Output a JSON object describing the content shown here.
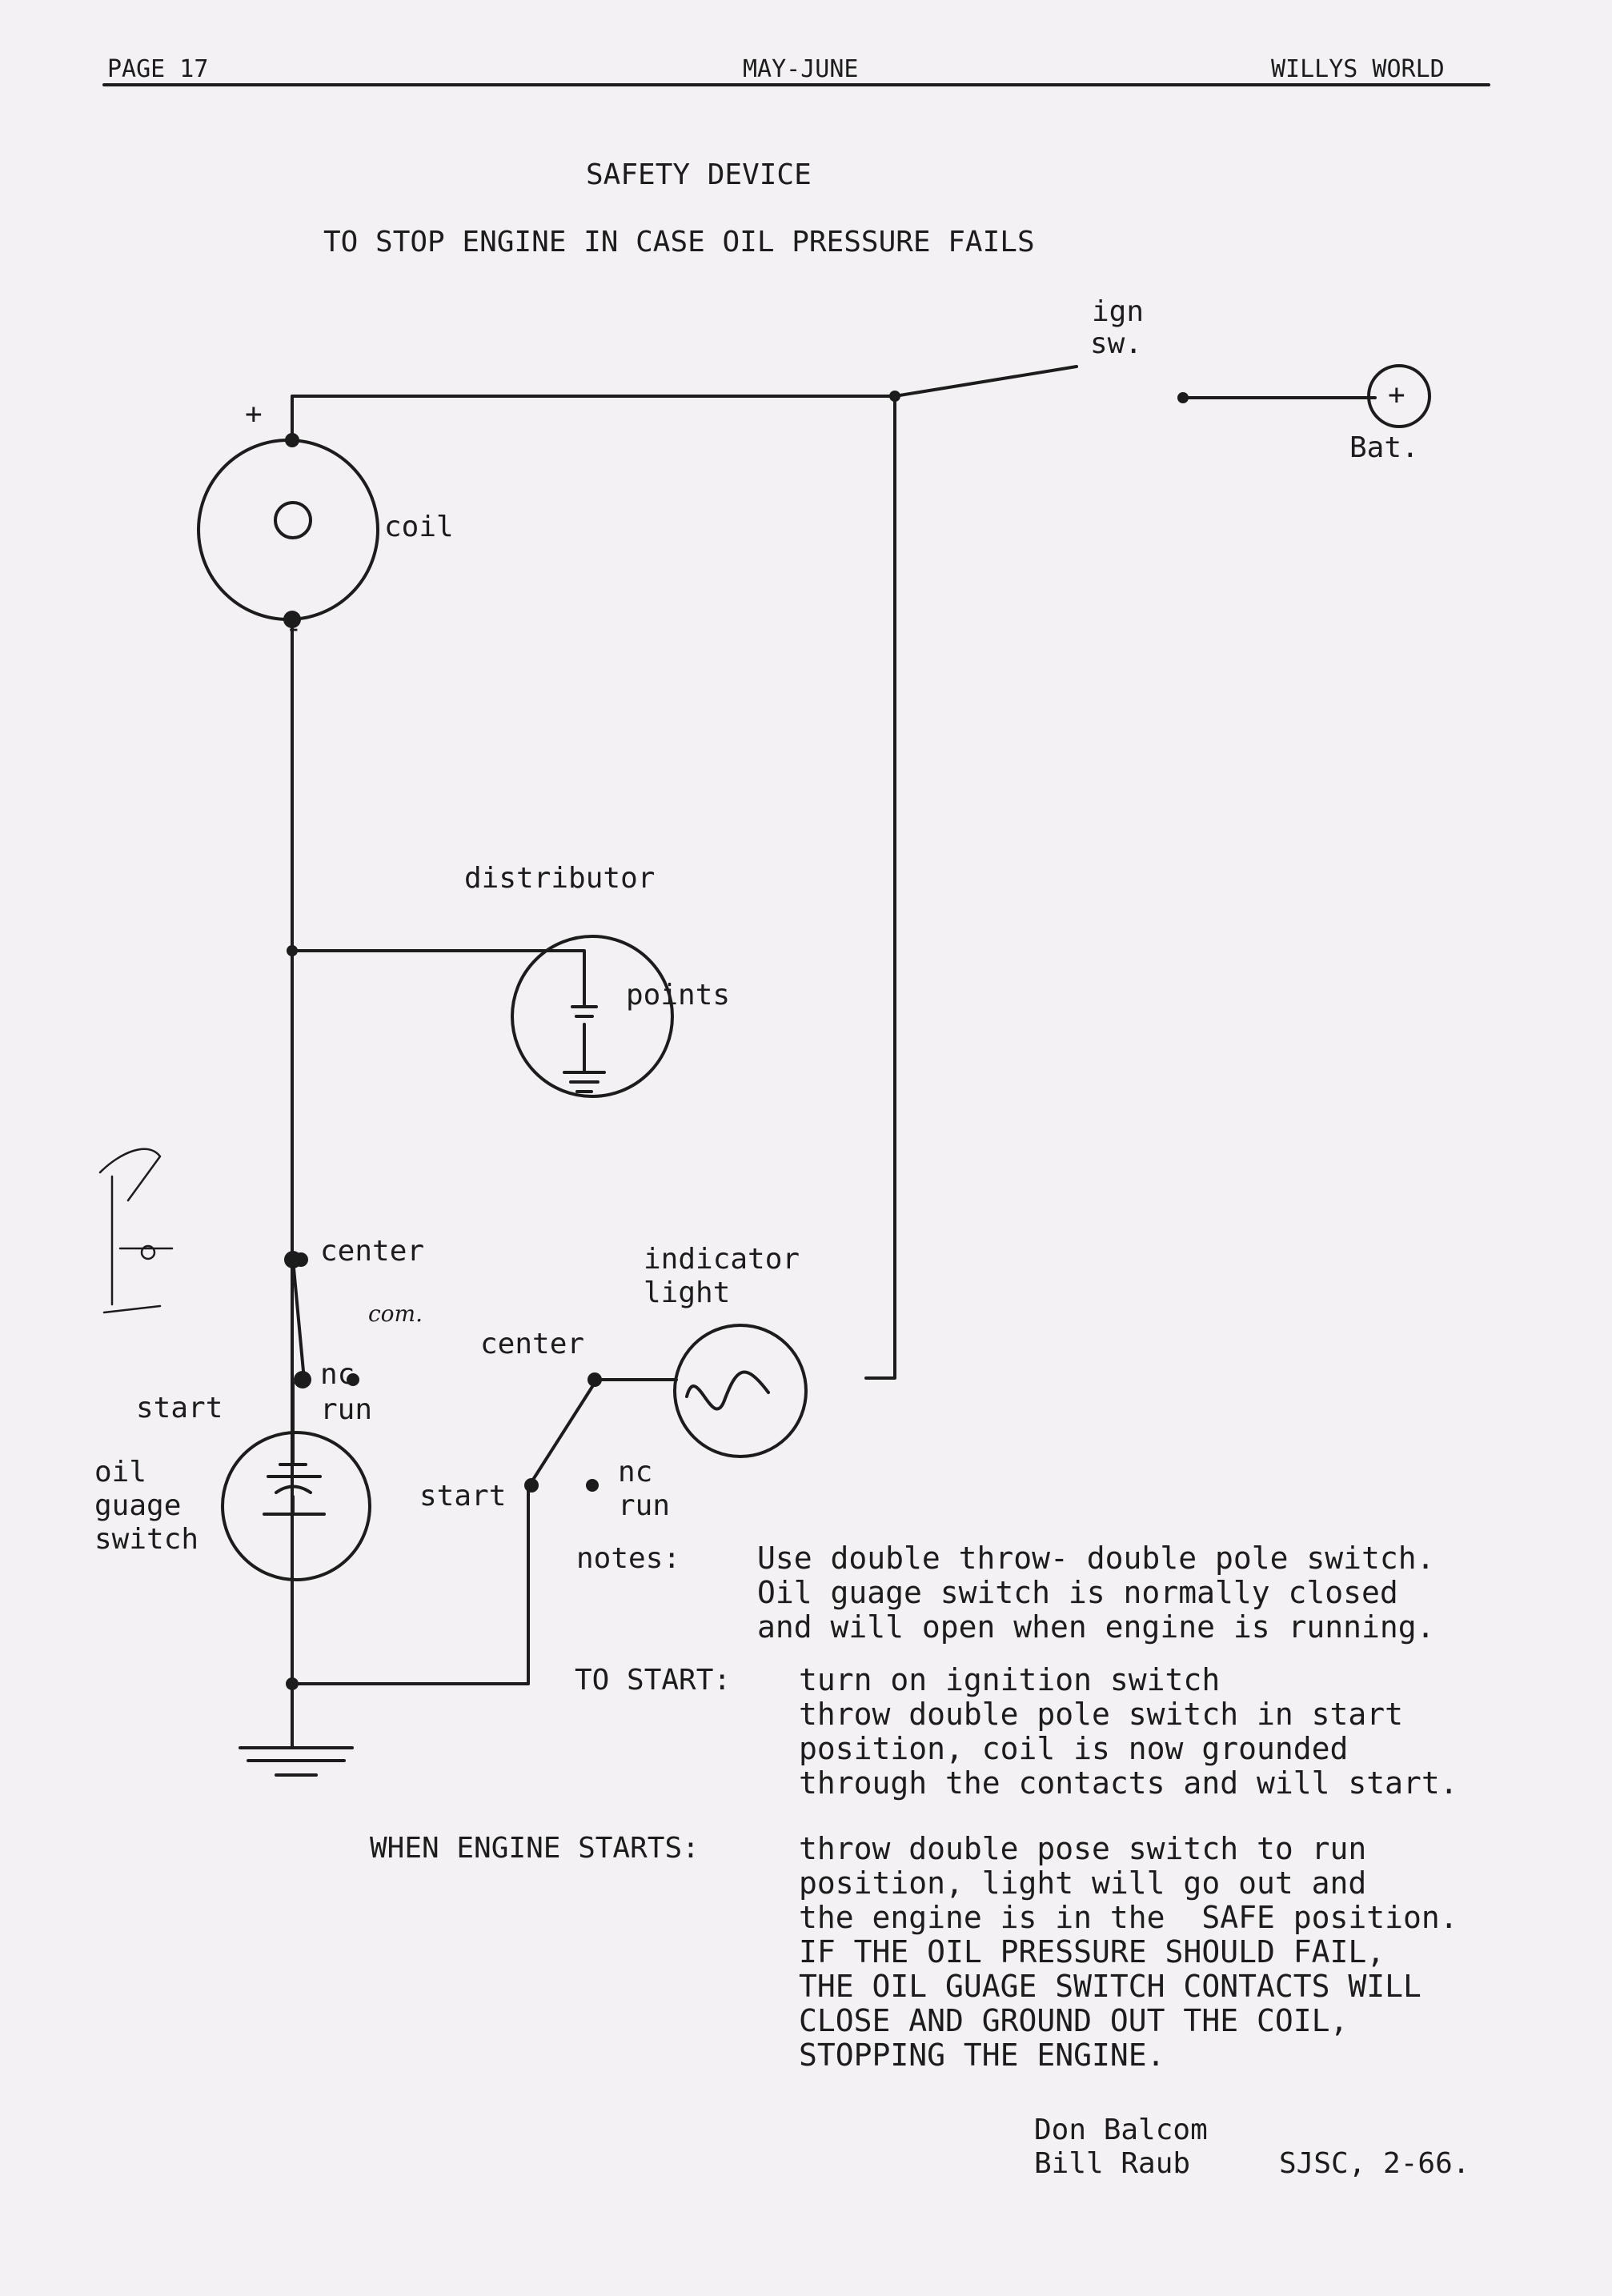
{
  "header": {
    "page": "PAGE 17",
    "issue": "MAY-JUNE",
    "publication": "WILLYS WORLD"
  },
  "title": {
    "line1": "SAFETY DEVICE",
    "line2": "TO STOP ENGINE IN CASE OIL PRESSURE FAILS"
  },
  "diagram": {
    "ign_line1": "ign",
    "ign_line2": "sw.",
    "battery": "Bat.",
    "battery_sign": "+",
    "plus_sign": "+",
    "minus_sign": "-",
    "coil": "coil",
    "distributor": "distributor",
    "points": "points",
    "center_left": "center",
    "comm_note": "com.",
    "nc_left": "nc",
    "run_left": "run",
    "start_left": "start",
    "oil_switch_line1": "oil",
    "oil_switch_line2": "guage",
    "oil_switch_line3": "switch",
    "indicator_line1": "indicator",
    "indicator_line2": "light",
    "center_right": "center",
    "start_right": "start",
    "nc_right": "nc",
    "run_right": "run"
  },
  "notes": {
    "notes_label": "notes:",
    "notes_text": "Use double throw- double pole switch.\nOil guage switch is normally closed\nand will open when engine is running.",
    "start_label": "TO START:",
    "start_text": "turn on ignition switch\nthrow double pole switch in start\nposition, coil is now grounded\nthrough the contacts and will start.",
    "engine_label": "WHEN ENGINE STARTS:",
    "engine_text": "throw double pose switch to run\nposition, light will go out and\nthe engine is in the  SAFE position.\nIF THE OIL PRESSURE SHOULD FAIL,\nTHE OIL GUAGE SWITCH CONTACTS WILL\nCLOSE AND GROUND OUT THE COIL,\nSTOPPING THE ENGINE."
  },
  "signature": {
    "name1": "Don Balcom",
    "name2": "Bill Raub",
    "club": "SJSC, 2-66."
  }
}
